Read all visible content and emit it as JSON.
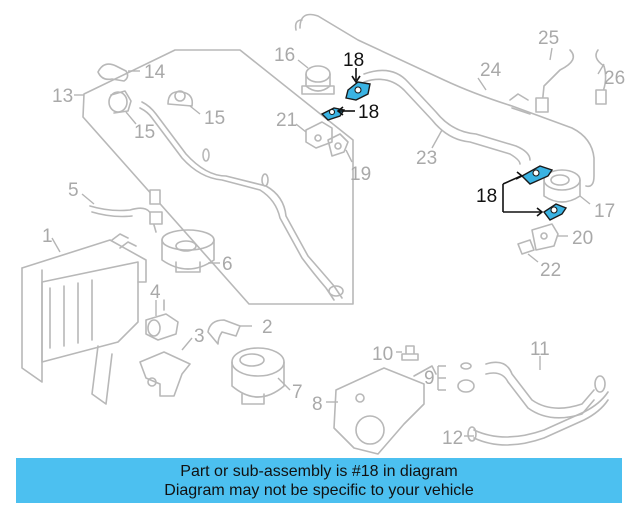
{
  "diagram": {
    "callouts": {
      "c1": "1",
      "c2": "2",
      "c3": "3",
      "c4": "4",
      "c5": "5",
      "c6": "6",
      "c7": "7",
      "c8": "8",
      "c9": "9",
      "c10": "10",
      "c11": "11",
      "c12": "12",
      "c13": "13",
      "c14": "14",
      "c15a": "15",
      "c15b": "15",
      "c16": "16",
      "c17": "17",
      "c19": "19",
      "c20": "20",
      "c21": "21",
      "c22": "22",
      "c23": "23",
      "c24": "24",
      "c25": "25",
      "c26": "26"
    },
    "highlight": {
      "label_top": "18",
      "label_mid": "18",
      "label_right": "18"
    },
    "colors": {
      "highlight_part": "#3ab3e3",
      "line_art": "#b8b8b8",
      "caption_background": "#4cc0f0"
    }
  },
  "caption": {
    "line1": "Part or sub-assembly is #18 in diagram",
    "line2": "Diagram may not be specific to your vehicle"
  }
}
